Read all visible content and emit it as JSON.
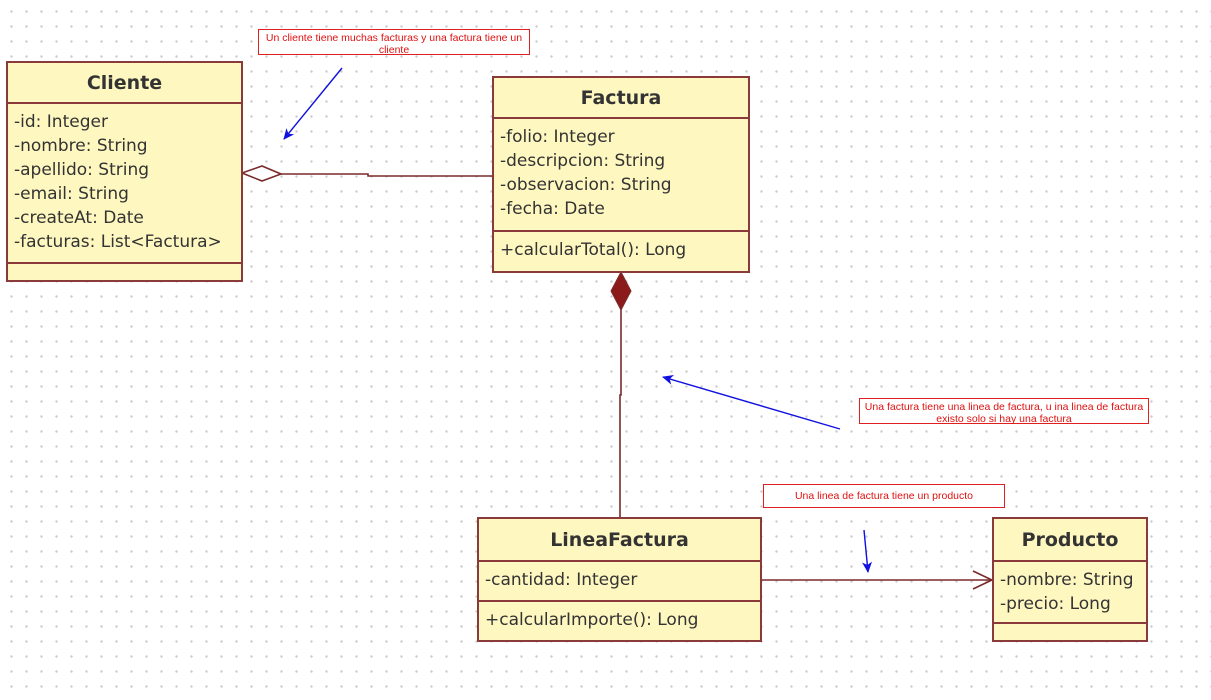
{
  "classes": {
    "cliente": {
      "name": "Cliente",
      "attributes": [
        "-id: Integer",
        "-nombre: String",
        "-apellido: String",
        "-email: String",
        "-createAt: Date",
        "-facturas: List<Factura>"
      ],
      "methods": []
    },
    "factura": {
      "name": "Factura",
      "attributes": [
        "-folio: Integer",
        "-descripcion: String",
        "-observacion: String",
        "-fecha: Date"
      ],
      "methods": [
        "+calcularTotal(): Long"
      ]
    },
    "lineafactura": {
      "name": "LineaFactura",
      "attributes": [
        "-cantidad: Integer"
      ],
      "methods": [
        "+calcularImporte(): Long"
      ]
    },
    "producto": {
      "name": "Producto",
      "attributes": [
        "-nombre: String",
        "-precio: Long"
      ],
      "methods": []
    }
  },
  "notes": {
    "cliente_factura": "Un cliente tiene muchas facturas y una factura tiene un cliente",
    "factura_linea": "Una factura tiene una linea de factura, u ina linea de factura existo solo si hay una factura",
    "linea_producto": "Una linea de factura tiene un producto"
  },
  "colors": {
    "class_fill": "#fef7c0",
    "class_border": "#8a3a3a",
    "connector": "#7a2a2a",
    "composition_diamond": "#8b1a1a",
    "note_text": "#e01010",
    "annotation_arrow": "#1010e0"
  }
}
